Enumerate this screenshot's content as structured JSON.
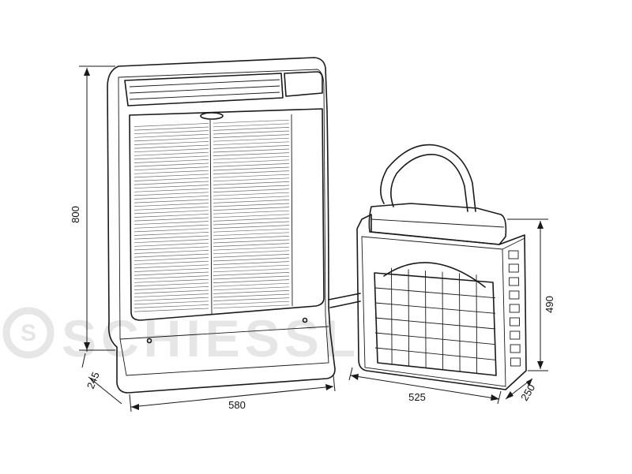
{
  "watermark": {
    "text": "SCHIESSL",
    "logo_letter": "S",
    "color": "#e6e6e6"
  },
  "dimensions": {
    "indoor_height": "800",
    "indoor_depth": "245",
    "indoor_width": "580",
    "outdoor_height": "490",
    "outdoor_width": "525",
    "outdoor_depth": "250"
  },
  "colors": {
    "line": "#1a1a1a",
    "background": "#ffffff"
  },
  "parts": {
    "indoor_unit": "portable-indoor-air-conditioner",
    "outdoor_unit": "outdoor-condenser-unit",
    "hose": "connecting-hose"
  }
}
